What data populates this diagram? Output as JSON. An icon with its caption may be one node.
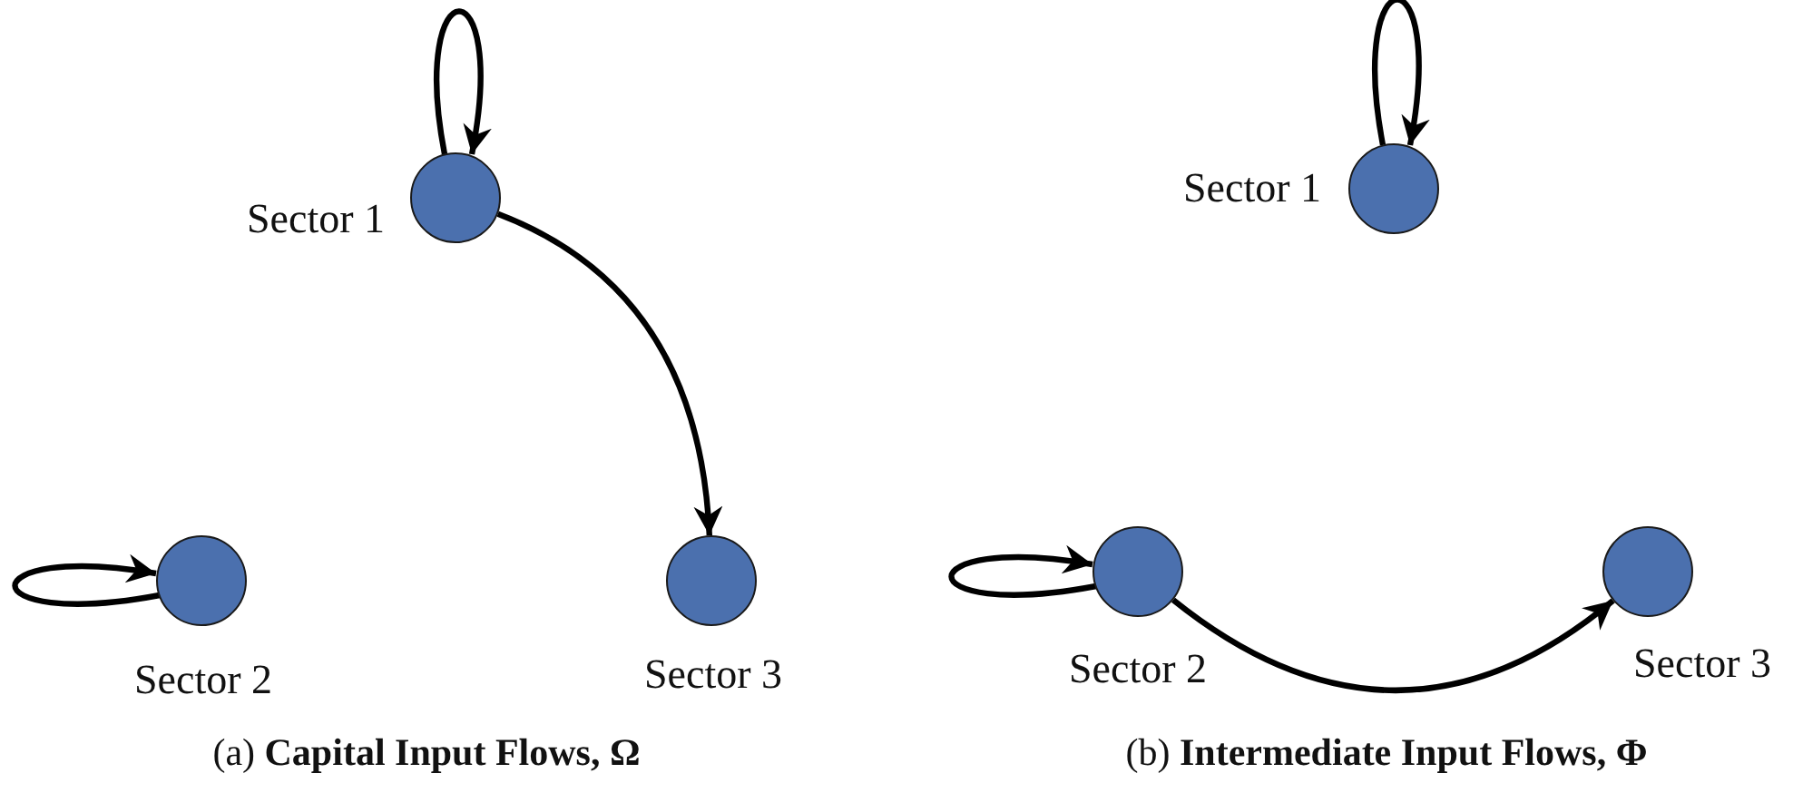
{
  "diagram": {
    "nodes": [
      {
        "text": [],
        "shape": "circle",
        "beside": [
          "Sector 1"
        ]
      },
      {
        "text": [],
        "shape": "circle",
        "beside": [
          "Sector 2"
        ]
      },
      {
        "text": [],
        "shape": "circle",
        "beside": [
          "Sector 3"
        ]
      },
      {
        "text": [],
        "shape": "circle",
        "beside": [
          "Sector 1"
        ]
      },
      {
        "text": [],
        "shape": "circle",
        "beside": [
          "Sector 2"
        ]
      },
      {
        "text": [],
        "shape": "circle",
        "beside": [
          "Sector 3"
        ]
      }
    ],
    "edges": [
      {
        "from": 0,
        "to": 0,
        "arrow": "to"
      },
      {
        "from": 0,
        "to": 2,
        "arrow": "to"
      },
      {
        "from": 1,
        "to": 1,
        "arrow": "to"
      },
      {
        "from": 3,
        "to": 3,
        "arrow": "to"
      },
      {
        "from": 4,
        "to": 4,
        "arrow": "to"
      },
      {
        "from": 4,
        "to": 5,
        "arrow": "to"
      }
    ],
    "labels": [
      "(a) **Capital Input Flows, Ω**",
      "(b) **Intermediate Input Flows, Φ**"
    ]
  }
}
